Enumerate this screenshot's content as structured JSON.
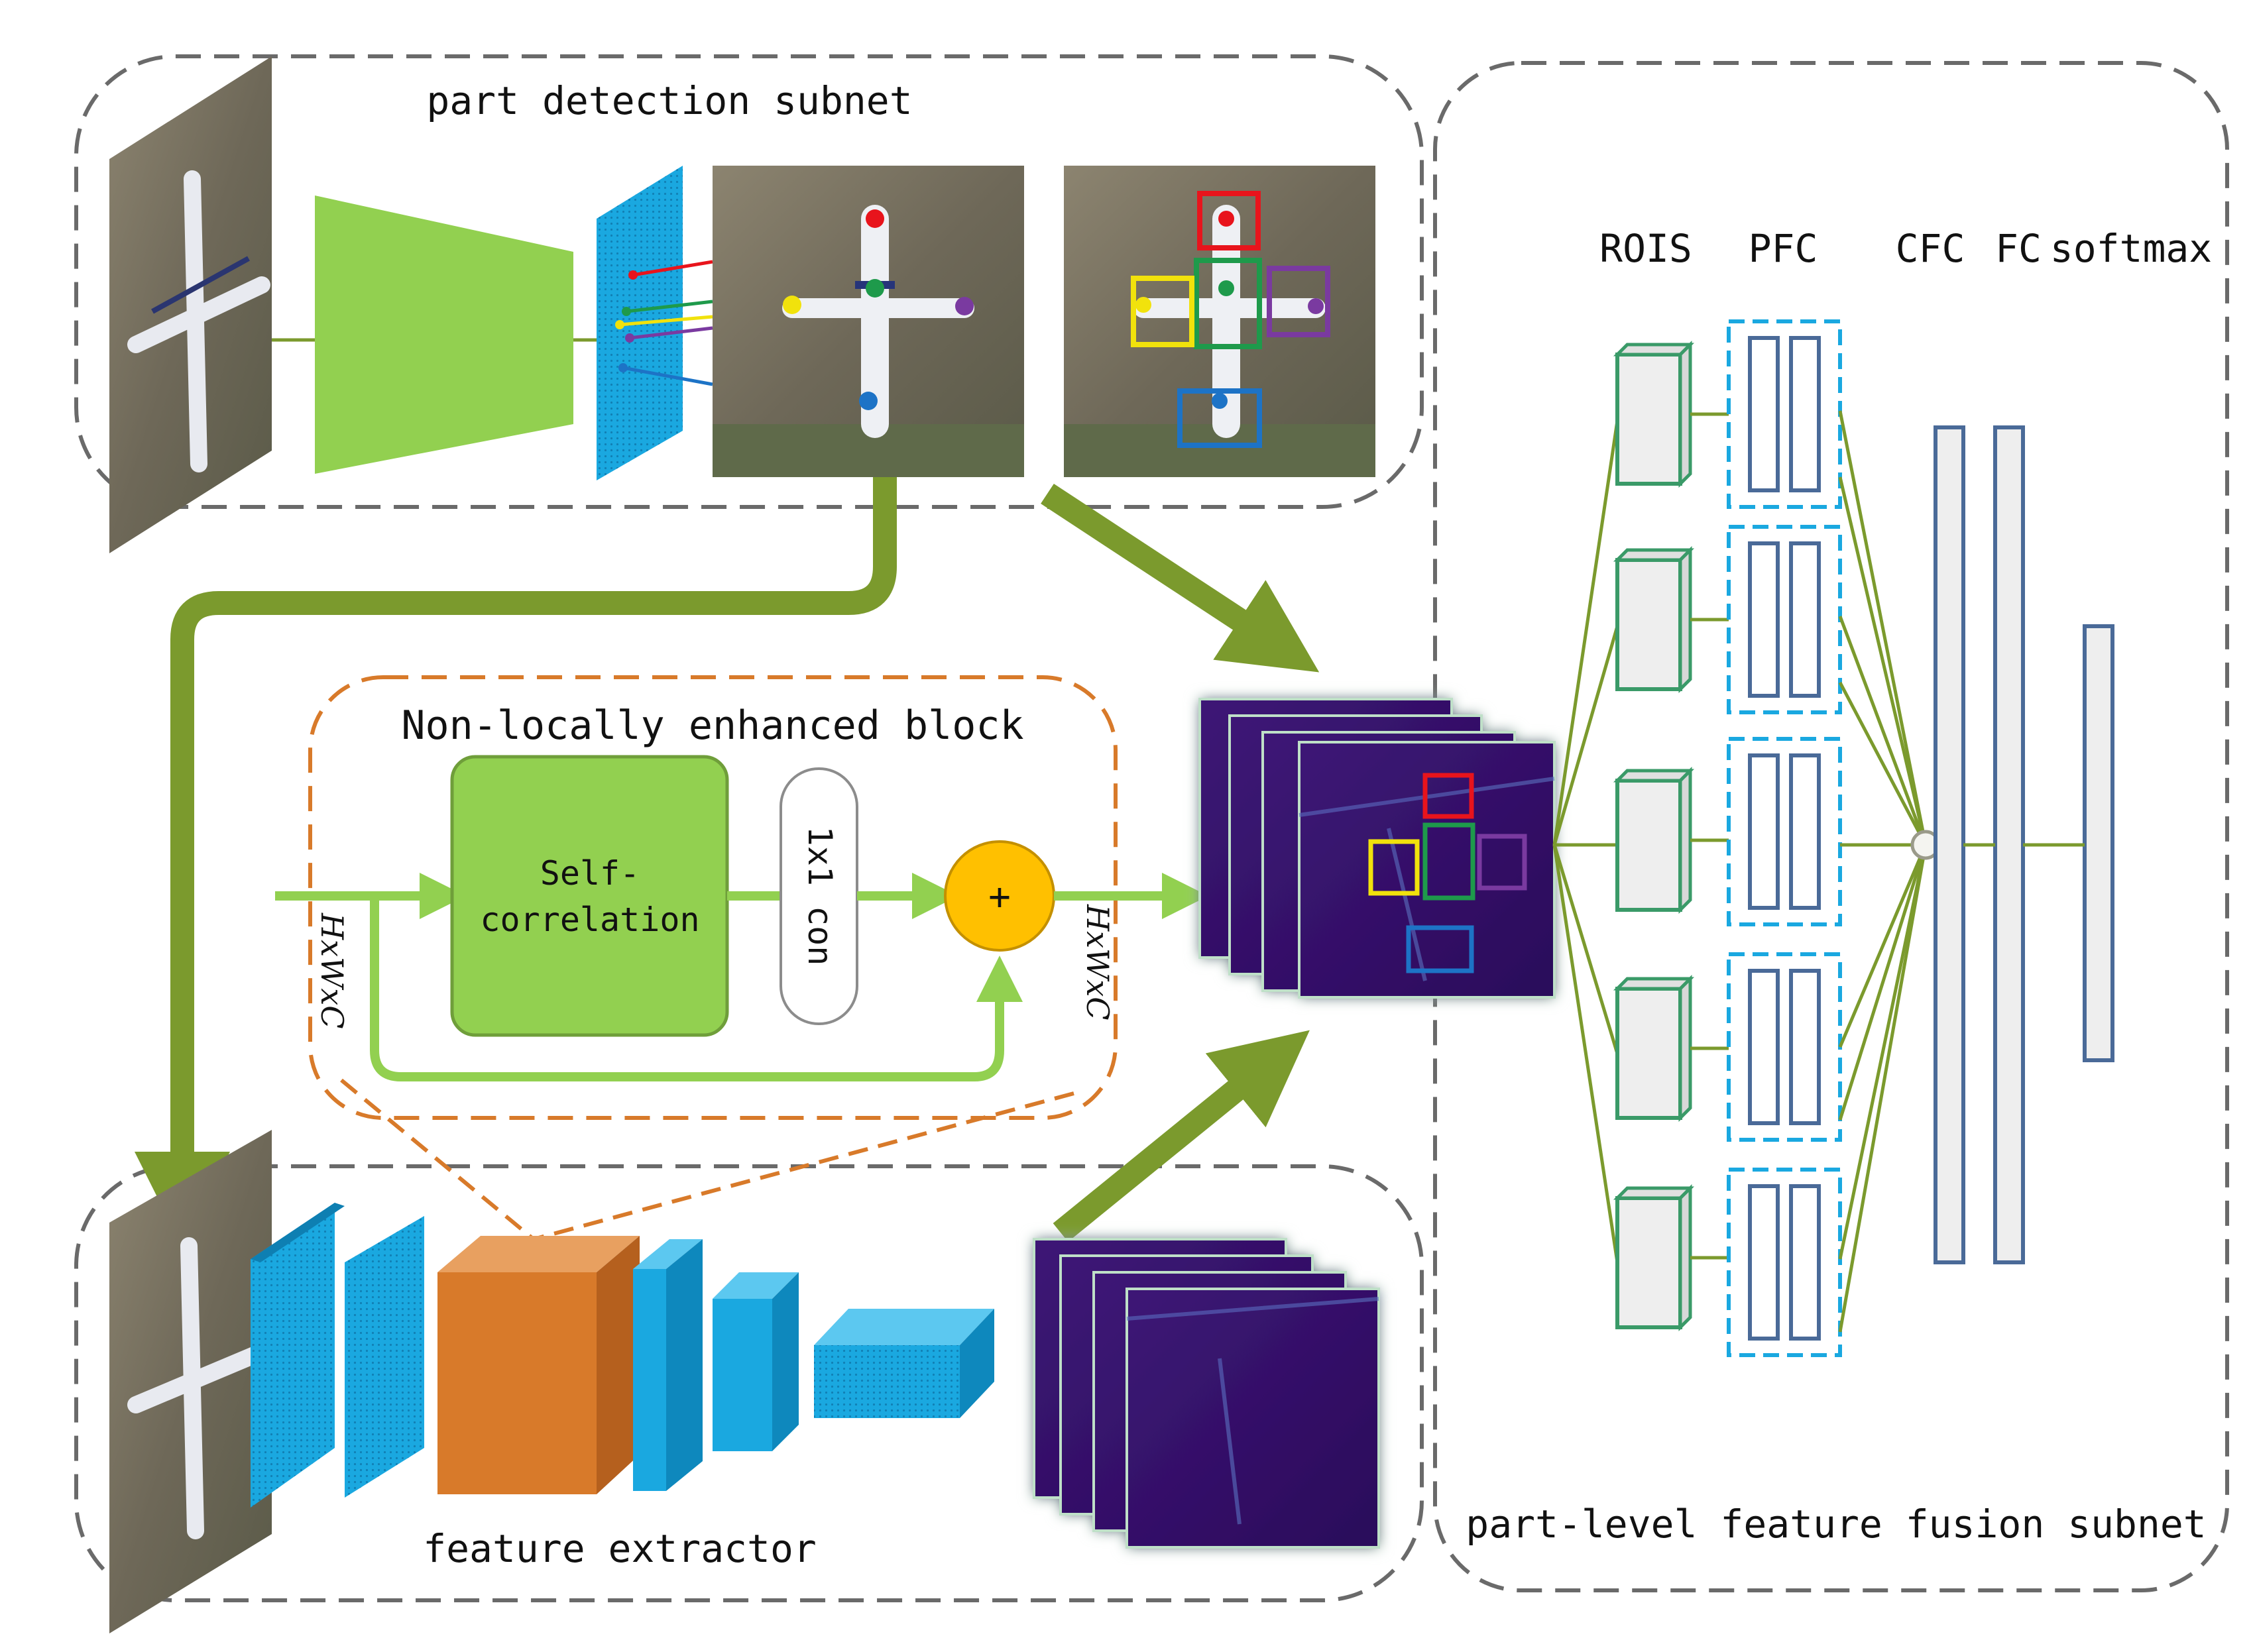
{
  "subnets": {
    "part_detection": "part detection subnet",
    "feature_extractor": "feature extractor",
    "fusion": "part-level feature fusion subnet"
  },
  "nonlocal_block": {
    "title": "Non-locally enhanced block",
    "self_corr_line1": "Self-",
    "self_corr_line2": "correlation",
    "conv": "1x1 con",
    "plus": "+",
    "dim_in": "HxWxC",
    "dim_out": "HxWxC"
  },
  "fusion_headers": {
    "rois": "ROIS",
    "pfc": "PFC",
    "cfc": "CFC",
    "fc": "FC",
    "softmax": "softmax"
  },
  "part_colors": {
    "head": "#e8141c",
    "center": "#1e9a4b",
    "left_wing": "#f1e20c",
    "right_wing": "#7a3aa0",
    "tail": "#1d73c6"
  },
  "accent_colors": {
    "arrow": "#7b9a2d",
    "green_block": "#92d050",
    "blue_layer": "#1aa8e0",
    "orange_layer": "#d87a2a",
    "feature_map": "#3a1470"
  }
}
